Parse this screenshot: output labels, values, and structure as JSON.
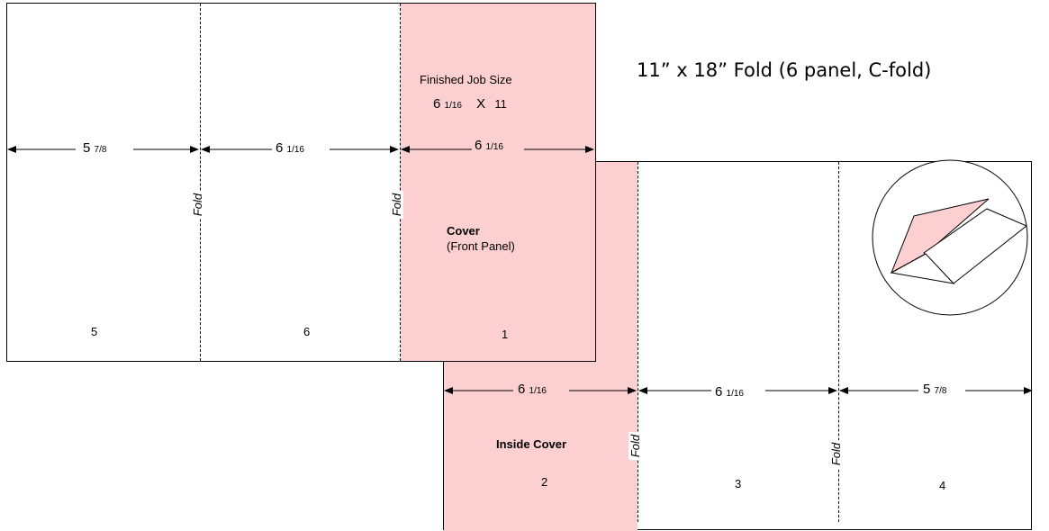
{
  "title": "11” x 18” Fold (6 panel, C-fold)",
  "finished_job_size": {
    "label": "Finished Job Size",
    "width_whole": "6",
    "width_frac": "1/16",
    "times": "X",
    "height": "11"
  },
  "outside": {
    "panels": [
      {
        "number": "5",
        "dim_whole": "5",
        "dim_frac": "7/8"
      },
      {
        "number": "6",
        "dim_whole": "6",
        "dim_frac": "1/16"
      },
      {
        "number": "1",
        "dim_whole": "6",
        "dim_frac": "1/16",
        "name": "Cover",
        "subname": "(Front Panel)"
      }
    ],
    "fold_labels": [
      "Fold",
      "Fold"
    ]
  },
  "inside": {
    "panels": [
      {
        "number": "2",
        "dim_whole": "6",
        "dim_frac": "1/16",
        "name": "Inside Cover"
      },
      {
        "number": "3",
        "dim_whole": "6",
        "dim_frac": "1/16"
      },
      {
        "number": "4",
        "dim_whole": "5",
        "dim_frac": "7/8"
      }
    ],
    "fold_labels": [
      "Fold",
      "Fold"
    ]
  },
  "colors": {
    "cover_fill": "#fccfd0",
    "line": "#000000"
  },
  "icons": [
    "c-fold-illustration-icon"
  ]
}
